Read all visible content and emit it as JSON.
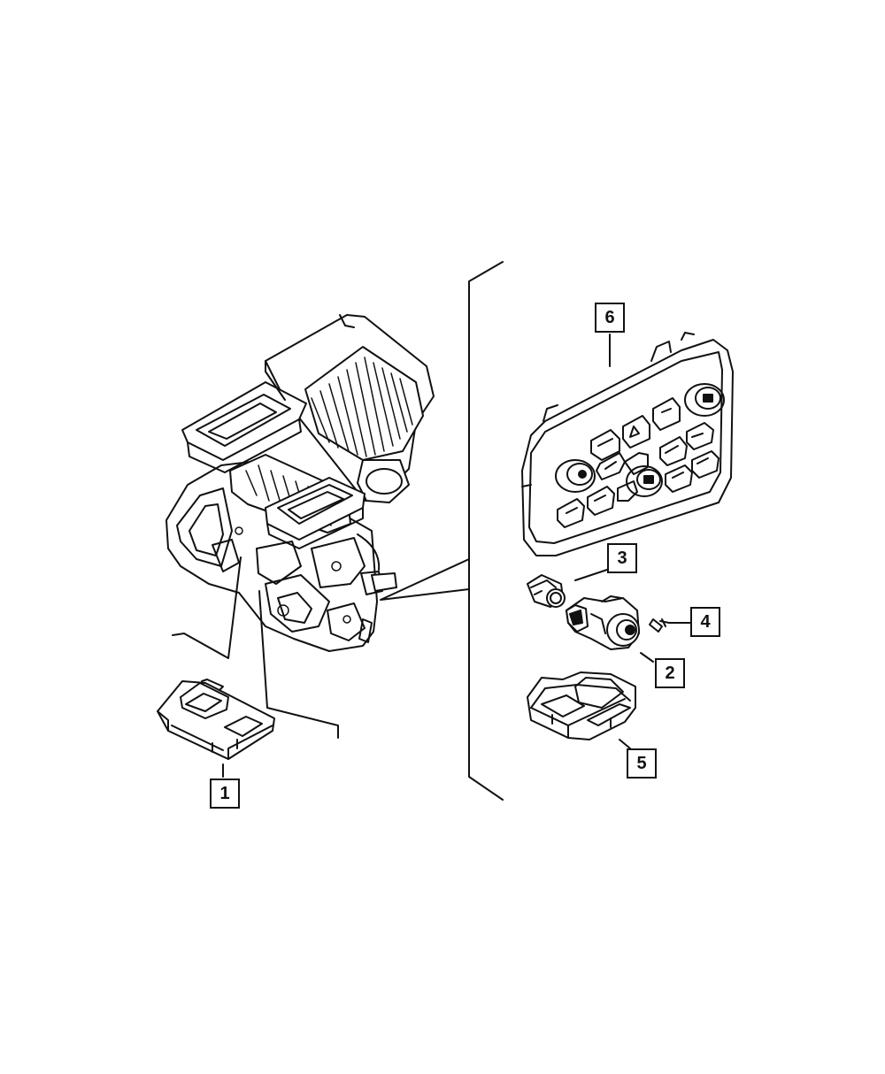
{
  "diagram": {
    "line_color": "#111111",
    "background": "#ffffff",
    "callouts": [
      {
        "id": "1",
        "label": "1"
      },
      {
        "id": "2",
        "label": "2"
      },
      {
        "id": "3",
        "label": "3"
      },
      {
        "id": "4",
        "label": "4"
      },
      {
        "id": "5",
        "label": "5"
      },
      {
        "id": "6",
        "label": "6"
      }
    ],
    "parts": [
      {
        "callout": "1",
        "icon": "control-module-icon"
      },
      {
        "callout": "2",
        "icon": "sensor-icon"
      },
      {
        "callout": "3",
        "icon": "sensor-plug-icon"
      },
      {
        "callout": "4",
        "icon": "screw-icon"
      },
      {
        "callout": "5",
        "icon": "switch-module-icon"
      },
      {
        "callout": "6",
        "icon": "climate-control-panel-icon"
      },
      {
        "callout": "",
        "icon": "hvac-housing-icon"
      }
    ]
  }
}
